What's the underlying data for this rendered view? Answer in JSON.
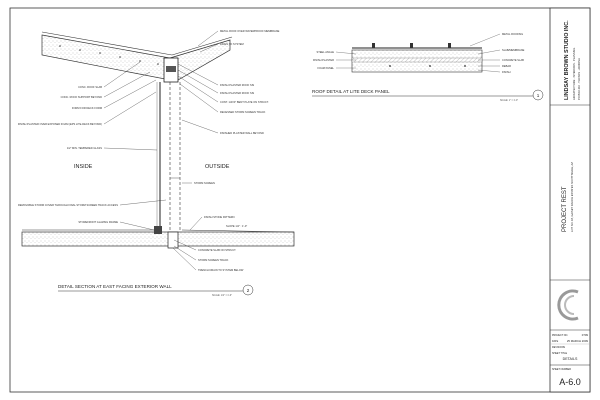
{
  "detail_left": {
    "inside_label": "INSIDE",
    "outside_label": "OUTSIDE",
    "title": "DETAIL SECTION AT EAST FACING EXTERIOR WALL",
    "scale": "SCALE: 1/2\" = 1'-0\"",
    "number": "2",
    "annotations_right": [
      "METAL ROOF OVER WATERPROOF MEMBRANE",
      "DRAIN TO SYSTEM",
      "FINISH PLASTER ROOF SIS",
      "FINISH PLASTER ROOF SIS",
      "CONT. 1/4X3\" BENT PLATE ON STRUCT.",
      "RECESSED STORM SCREEN TRACK",
      "FINISHED PLASTER WALL BEYOND"
    ],
    "annotations_left": [
      "CONC. ROOF SLAB",
      "CONC. ROOF SUPPORT BEYOND",
      "FORM FOR DECK FORM",
      "FINISH PLASTER OVER EXPOSED FOAM (EPS LITE-DECK BEYOND)",
      "1/2\" MIN. TEMPERED GLASS"
    ],
    "annotations_lower_left": [
      "REMOVABLE STORM COVER THROUGH FINAL STORM SCREEN TRACK ACCESS",
      "STOREFRONT GLAZING FRAME"
    ],
    "storm_screen": "STORM SCREEN",
    "annotations_lower_right": [
      "FINISH STONE PATTERN",
      "SLOPE 1/4\" : 1'-0\"",
      "CONCRETE SLAB ON STRUCT.",
      "STORM SCREEN TRACK",
      "TRENCH DRAIN TO SYSTEM BELOW"
    ]
  },
  "detail_right": {
    "title": "ROOF DETAIL AT LITE DECK PANEL",
    "scale": "SCALE: 1\" = 1'-0\"",
    "number": "1",
    "annotations_left": [
      "STEEL ANGLE",
      "FINISH PLASTER",
      "FOAM PANEL"
    ],
    "annotations_right": [
      "METAL ROOFING",
      "SLAB/MEMBRANE",
      "CONCRETE SLAB",
      "REBAR",
      "FINISH"
    ]
  },
  "title_block": {
    "firm_name": "LINDSAY BROWN STUDIO INC.",
    "firm_tagline": "ARCHITECTURE · INTERIORS · PLANNING",
    "firm_address": "PO BOX 210 · TUCSON · ARIZONA",
    "project_name": "PROJECT REST",
    "project_address": "LOT NO. 18, GAINEY RANCH ESTATES SCOTTSDALE, AZ",
    "project_number": "0709",
    "date": "25 MARCH 2009",
    "sheet_title": "DETAILS",
    "sheet_number": "A-6.0",
    "labels": {
      "project_no": "PROJECT NO.",
      "date": "DATE",
      "revisions": "REVISIONS",
      "sheet_title": "SHEET TITLE",
      "sheet_number": "SHEET NUMBER"
    }
  }
}
